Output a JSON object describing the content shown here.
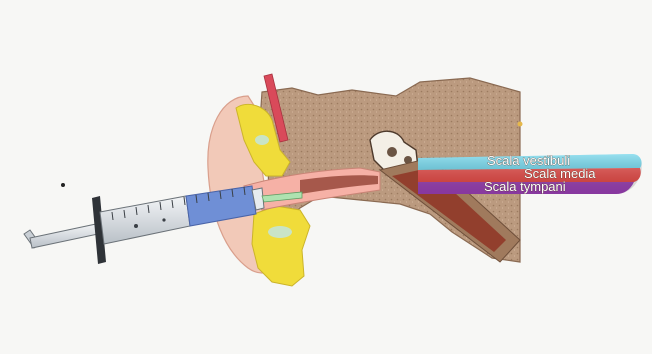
{
  "labels": {
    "scala_vestibuli": "Scala vestibuli",
    "scala_media": "Scala media",
    "scala_tympani": "Scala tympani"
  },
  "colors": {
    "scala_vestibuli": "#5fd0e8",
    "scala_media": "#e8433f",
    "scala_tympani": "#9b3fb5",
    "bone": "#b9977c",
    "cartilage": "#f0dc3a",
    "skin": "#f2c9b8",
    "canal": "#f6b1a6",
    "syringe_fluid": "#6f8fd6",
    "syringe_body": "#d8dde2"
  }
}
